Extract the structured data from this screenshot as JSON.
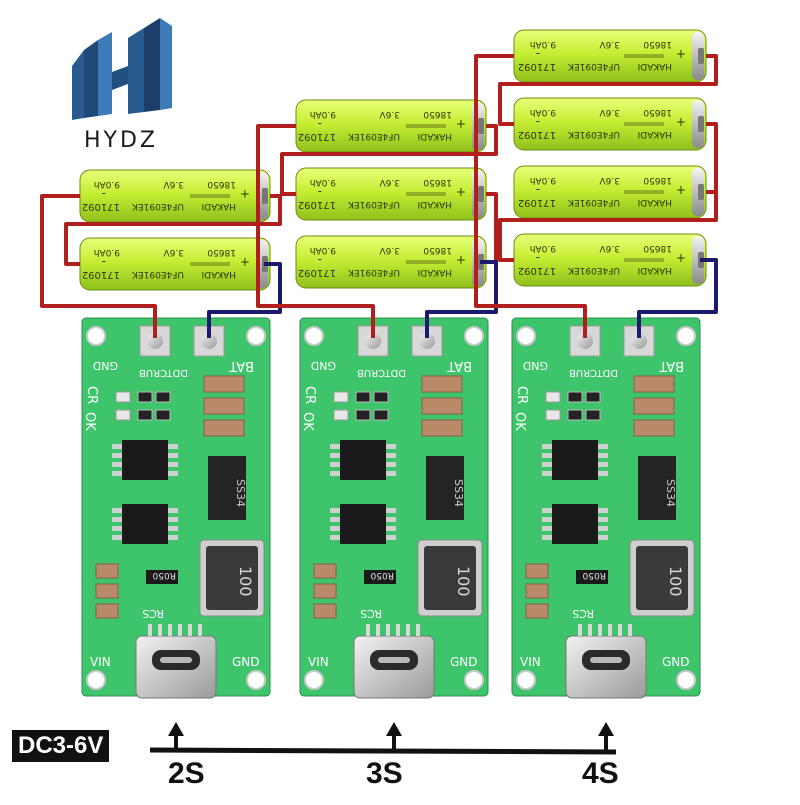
{
  "brand": {
    "name": "HYDZ"
  },
  "supply": {
    "label": "DC3-6V"
  },
  "battery": {
    "brand": "HAKADI",
    "code": "UF4E091EK",
    "batch": "171092",
    "type": "18650",
    "voltage": "3.6V",
    "capacity": "9.0Ah",
    "plus": "+",
    "minus": "-",
    "color": "#c8f03a"
  },
  "board": {
    "gnd_top": "GND",
    "bat": "BAT",
    "name": "DDTCRUB",
    "ok": "OK",
    "cr": "CR",
    "inductor": "100",
    "diode": "SS34",
    "rcs": "RCS",
    "r050": "R050",
    "vin": "VIN",
    "gnd_bottom": "GND",
    "pcb_color": "#3ec46a"
  },
  "modules": [
    {
      "series": "2S",
      "cells": 2
    },
    {
      "series": "3S",
      "cells": 3
    },
    {
      "series": "4S",
      "cells": 4
    }
  ],
  "wires": {
    "negative": "#b01e1e",
    "positive": "#1a1a6e",
    "input": "#111111"
  }
}
